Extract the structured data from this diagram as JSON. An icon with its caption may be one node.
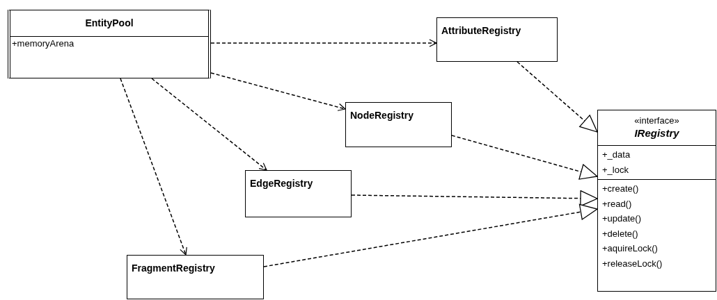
{
  "diagram": {
    "nodes": [
      {
        "text": [
          "EntityPool",
          "+memoryArena"
        ]
      },
      {
        "text": [
          "AttributeRegistry"
        ]
      },
      {
        "text": [
          "NodeRegistry"
        ]
      },
      {
        "text": [
          "EdgeRegistry"
        ]
      },
      {
        "text": [
          "FragmentRegistry"
        ]
      },
      {
        "text": [
          "«interface»",
          "IRegistry",
          "+_data",
          "+_lock",
          "+create()",
          "+read()",
          "+update()",
          "+delete()",
          "+aquireLock()",
          "+releaseLock()"
        ]
      }
    ],
    "edges": [
      {
        "from": 0,
        "to": 1,
        "arrow": "to",
        "style": "dashed"
      },
      {
        "from": 0,
        "to": 2,
        "arrow": "to",
        "style": "dashed"
      },
      {
        "from": 0,
        "to": 3,
        "arrow": "to",
        "style": "dashed"
      },
      {
        "from": 0,
        "to": 4,
        "arrow": "to",
        "style": "dashed"
      },
      {
        "from": 1,
        "to": 5,
        "arrow": "to",
        "style": "dashed"
      },
      {
        "from": 2,
        "to": 5,
        "arrow": "to",
        "style": "dashed"
      },
      {
        "from": 3,
        "to": 5,
        "arrow": "to",
        "style": "dashed"
      },
      {
        "from": 4,
        "to": 5,
        "arrow": "to",
        "style": "dashed"
      }
    ]
  }
}
